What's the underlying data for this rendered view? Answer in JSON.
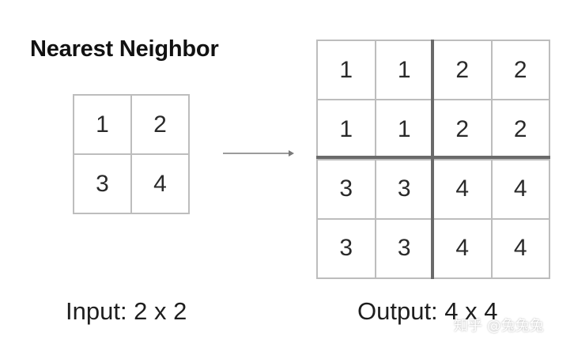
{
  "title": "Nearest Neighbor",
  "input": {
    "caption": "Input: 2 x 2",
    "cells": [
      "1",
      "2",
      "3",
      "4"
    ]
  },
  "output": {
    "caption": "Output: 4 x 4",
    "cells": [
      "1",
      "1",
      "2",
      "2",
      "1",
      "1",
      "2",
      "2",
      "3",
      "3",
      "4",
      "4",
      "3",
      "3",
      "4",
      "4"
    ]
  },
  "watermark": "知乎 @兔兔兔"
}
